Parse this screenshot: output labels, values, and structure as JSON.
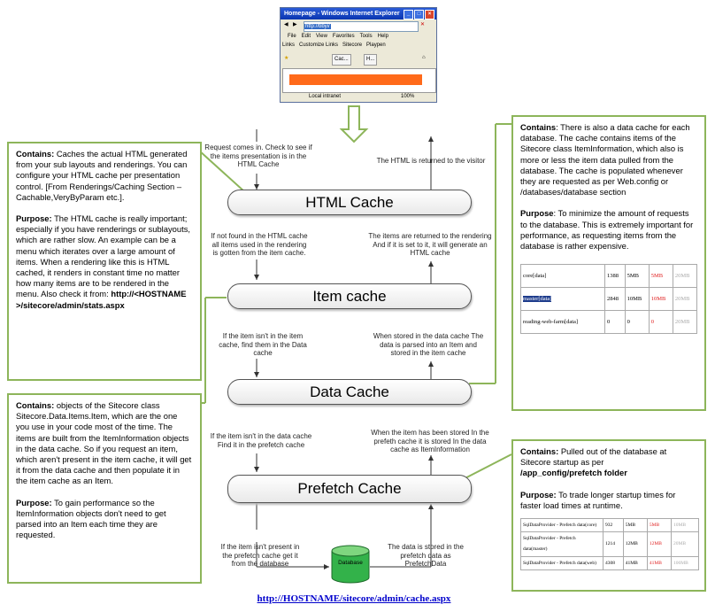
{
  "browser": {
    "title": "Homepage - Windows Internet Explorer",
    "address": "http://bbyi/",
    "menu": [
      "File",
      "Edit",
      "View",
      "Favorites",
      "Tools",
      "Help"
    ],
    "links": [
      "Links",
      "Customize Links",
      "Sitecore",
      "Playpen"
    ],
    "tabs": [
      "Cac...",
      "H..."
    ],
    "status_zone": "Local intranet",
    "zoom": "100%"
  },
  "nodes": {
    "html_cache": "HTML Cache",
    "item_cache": "Item cache",
    "data_cache": "Data Cache",
    "prefetch_cache": "Prefetch Cache",
    "database": "Database"
  },
  "flow_labels": {
    "request": "Request comes in. Check to see if the items presentation is in the HTML Cache",
    "returned_visitor": "The HTML is returned to the visitor",
    "not_in_html": "If not found in the HTML cache all items used in the rendering is gotten from the item cache.",
    "returned_rendering": "The items are returned to the rendering And if it is set to it, it will generate an HTML cache",
    "not_in_item": "If the item isn't in the item cache, find them in the Data cache",
    "stored_data": "When stored in the data cache The data is parsed into an Item and stored in the item cache",
    "not_in_data": "If the item isn't in the data cache Find it in the prefetch cache",
    "stored_prefetch": "When the item has been stored In the prefeth cache it is stored In the data cache as ItemInformation",
    "not_in_prefetch": "If the item isn't present in the prefetch cache get it from the database",
    "stored_db": "The data is stored in the prefetch data as PrefetchData"
  },
  "boxes": {
    "html": {
      "contains_label": "Contains:",
      "contains_text": " Caches the actual HTML generated from your sub layouts and renderings. You can configure your HTML cache per presentation control. [From Renderings/Caching Section – Cachable,VeryByParam etc.].",
      "purpose_label": "Purpose:",
      "purpose_text": " The HTML cache is really important; especially if you have renderings or sublayouts, which are rather slow. An example can be a menu which iterates over a large amount of items. When a rendering like this is HTML cached, it renders in constant time no matter how many items are to be rendered in the menu. Also check it from:",
      "url": "http://<HOSTNAME>/sitecore/admin/stats.aspx"
    },
    "item": {
      "contains_label": "Contains:",
      "contains_text": " objects of the Sitecore class Sitecore.Data.Items.Item, which are the one you use in your code most of the time. The items are built from the ItemInformation objects in the data cache. So if you request an item, which aren't present in the item cache, it will get it from the data cache and then populate it in the item cache as an Item.",
      "purpose_label": "Purpose:",
      "purpose_text": " To gain performance so the ItemInformation objects don't need to get parsed into an Item each time they are requested."
    },
    "data": {
      "contains_label": "Contains",
      "contains_text": ": There is also a data cache for each database. The cache contains items of the Sitecore class ItemInformation, which also is more or less the item data pulled from the database. The cache is populated whenever they are requested as per Web.config or /databases/database section",
      "purpose_label": "Purpose",
      "purpose_text": ": To minimize the amount of requests to the database. This is extremely important for performance, as requesting items from the database is rather expensive.",
      "table": [
        [
          "core[data]",
          "1388",
          "5MB",
          "5MB",
          "20MB"
        ],
        [
          "master[data]",
          "2848",
          "10MB",
          "10MB",
          "20MB"
        ],
        [
          "reading-web-farm[data]",
          "0",
          "0",
          "0",
          "20MB"
        ]
      ]
    },
    "prefetch": {
      "contains_label": "Contains:",
      "contains_text": " Pulled out of the database at Sitecore startup as per",
      "path": "/app_config/prefetch folder",
      "purpose_label": "Purpose:",
      "purpose_text": " To trade longer startup times for faster load times at runtime.",
      "table": [
        [
          "SqlDataProvider - Prefetch data(core)",
          "932",
          "5MB",
          "5MB",
          "10MB"
        ],
        [
          "SqlDataProvider - Prefetch data(master)",
          "1214",
          "12MB",
          "12MB",
          "20MB"
        ],
        [
          "SqlDataProvider - Prefetch data(web)",
          "4308",
          "41MB",
          "41MB",
          "100MB"
        ]
      ]
    }
  },
  "footer_link": "http://HOSTNAME/sitecore/admin/cache.aspx",
  "colors": {
    "box_border": "#8db55a",
    "orange": "#ff6a1a",
    "link": "#0000cc",
    "red": "#e02020"
  }
}
